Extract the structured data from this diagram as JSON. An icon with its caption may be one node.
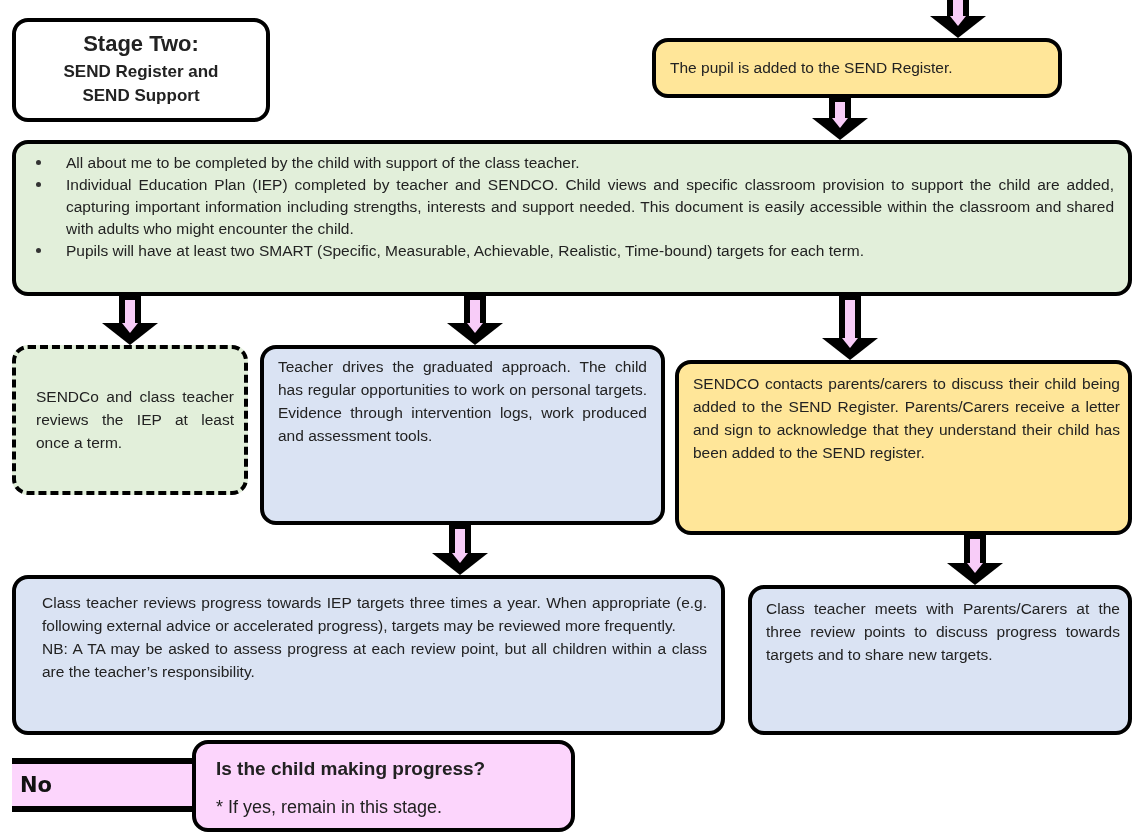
{
  "diagram": {
    "nodes": [
      {
        "text": [
          "Stage Two:",
          "SEND Register and SEND Support"
        ]
      },
      {
        "text": [
          "The pupil is added to the SEND Register."
        ]
      },
      {
        "text": [
          "All about me to be completed by the child with support of the class teacher.",
          "Individual Education Plan (IEP) completed by teacher and SENDCO. Child views and specific classroom provision to support the child are added, capturing important information including strengths, interests and support needed. This document is easily accessible within the classroom and shared with adults who might encounter the child.",
          "Pupils will have at least two SMART (Specific, Measurable, Achievable, Realistic, Time-bound) targets for each term."
        ]
      },
      {
        "text": [
          "SENDCo and class teacher reviews the IEP at least once a term."
        ]
      },
      {
        "text": [
          "Teacher drives the graduated approach. The child has regular opportunities to work on personal targets. Evidence through intervention logs, work produced and assessment tools."
        ]
      },
      {
        "text": [
          "SENDCO contacts parents/carers to discuss their child being added to the SEND Register. Parents/Carers receive a letter and sign to acknowledge that they understand their child has been added to the SEND register."
        ]
      },
      {
        "text": [
          "Class teacher reviews progress towards IEP targets three times a year. When appropriate (e.g. following external advice or accelerated progress), targets may be reviewed more frequently.",
          "NB: A TA may be asked to assess progress at each review point, but all children within a class are the teacher’s responsibility."
        ]
      },
      {
        "text": [
          "Class teacher meets with Parents/Carers at the three review points to discuss progress towards targets and to share new targets."
        ]
      },
      {
        "text": [
          "Is the child making progress?",
          "* If yes, remain in this stage."
        ]
      }
    ],
    "edges": [
      {
        "from": null,
        "to": 1,
        "arrow": "to"
      },
      {
        "from": 1,
        "to": 2,
        "arrow": "to"
      },
      {
        "from": 2,
        "to": 3,
        "arrow": "to"
      },
      {
        "from": 2,
        "to": 4,
        "arrow": "to"
      },
      {
        "from": 2,
        "to": 5,
        "arrow": "to"
      },
      {
        "from": 4,
        "to": 6,
        "arrow": "to"
      },
      {
        "from": 5,
        "to": 7,
        "arrow": "to"
      },
      {
        "from": 8,
        "to": null,
        "arrow": "none",
        "label": "No",
        "style": "thick"
      }
    ]
  }
}
